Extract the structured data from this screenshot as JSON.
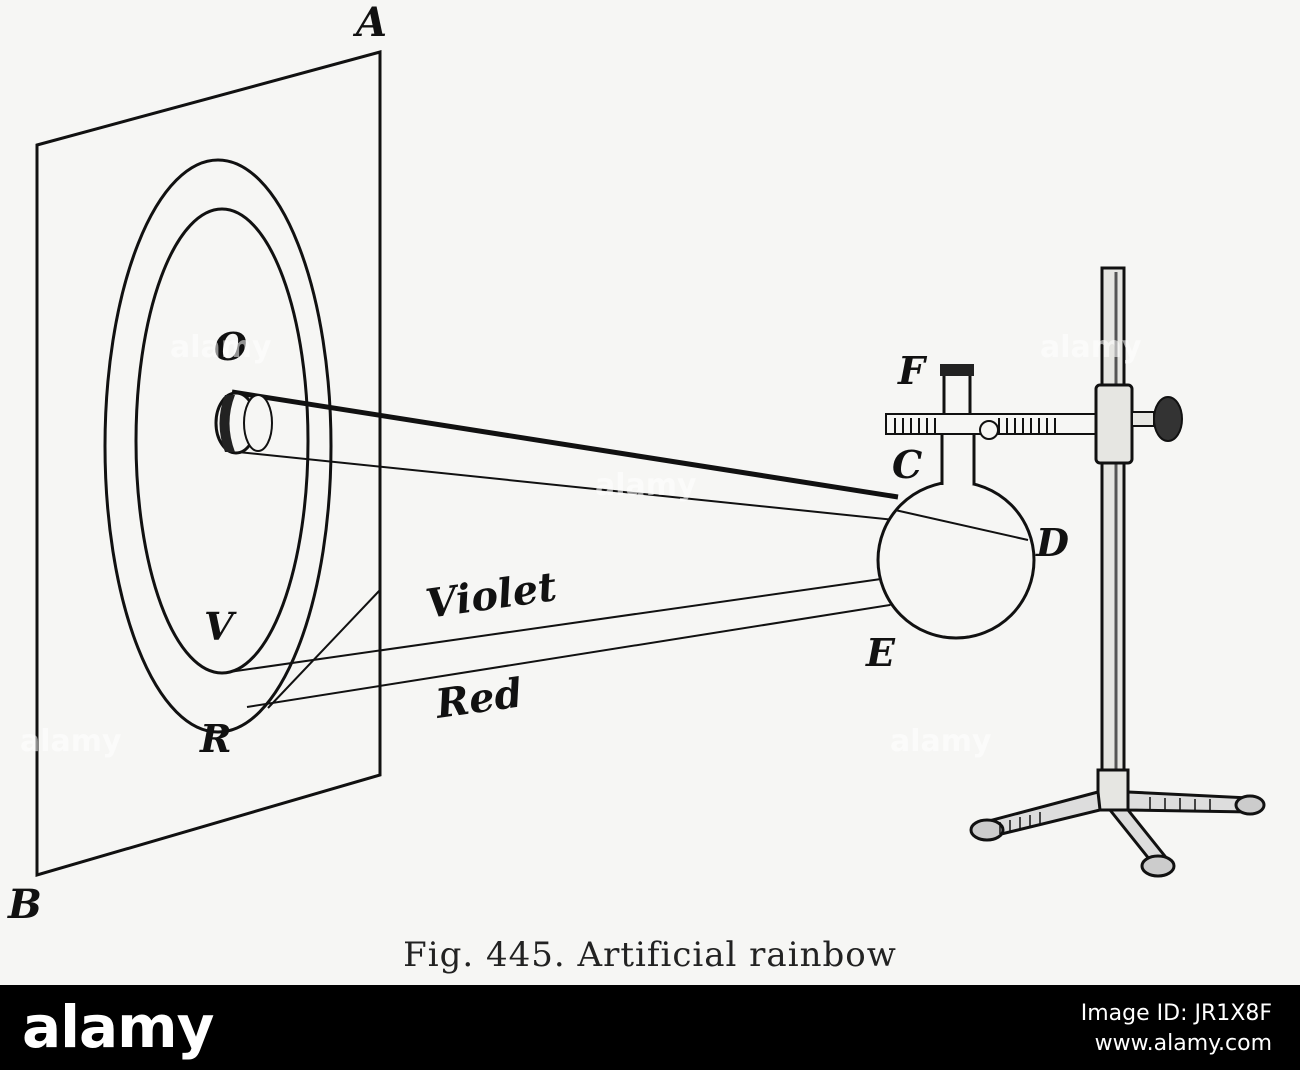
{
  "figure": {
    "labels": {
      "A": "A",
      "B": "B",
      "O": "O",
      "F": "F",
      "C": "C",
      "D": "D",
      "E": "E",
      "V": "V",
      "R": "R",
      "violet": "Violet",
      "red": "Red"
    },
    "caption": "Fig. 445. Artificial rainbow"
  },
  "watermark": {
    "text": "alamy"
  },
  "footer": {
    "brand": "alamy",
    "image_id": "Image ID: JR1X8F",
    "website": "www.alamy.com"
  },
  "colors": {
    "ink": "#111111",
    "paper": "#f6f6f4",
    "bar": "#000000"
  }
}
